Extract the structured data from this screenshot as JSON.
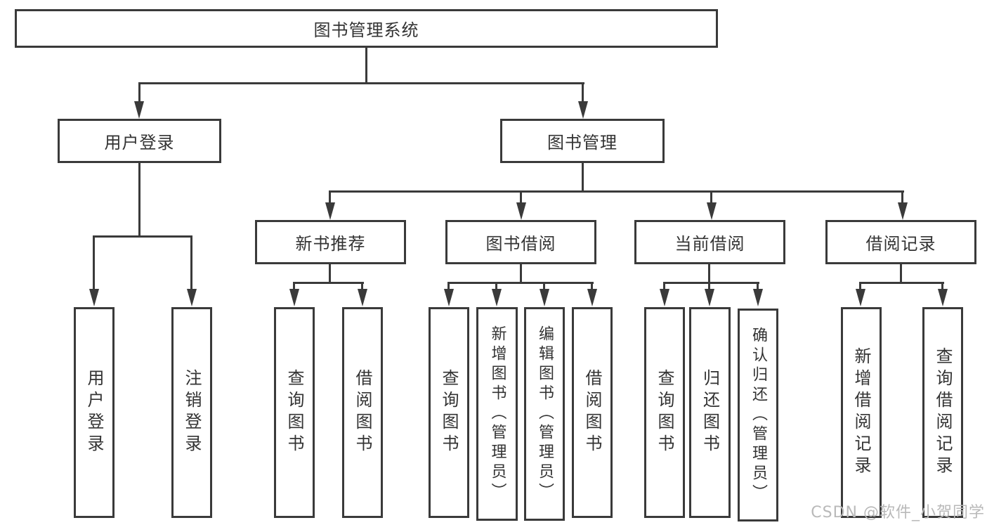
{
  "tree": {
    "label": "图书管理系统",
    "children": [
      {
        "label": "用户登录",
        "children": [
          {
            "label": "用户登录"
          },
          {
            "label": "注销登录"
          }
        ]
      },
      {
        "label": "图书管理",
        "children": [
          {
            "label": "新书推荐",
            "children": [
              {
                "label": "查询图书"
              },
              {
                "label": "借阅图书"
              }
            ]
          },
          {
            "label": "图书借阅",
            "children": [
              {
                "label": "查询图书"
              },
              {
                "label": "新增图书（管理员）"
              },
              {
                "label": "编辑图书（管理员）"
              },
              {
                "label": "借阅图书"
              }
            ]
          },
          {
            "label": "当前借阅",
            "children": [
              {
                "label": "查询图书"
              },
              {
                "label": "归还图书"
              },
              {
                "label": "确认归还（管理员）"
              }
            ]
          },
          {
            "label": "借阅记录",
            "children": [
              {
                "label": "新增借阅记录"
              },
              {
                "label": "查询借阅记录"
              }
            ]
          }
        ]
      }
    ]
  },
  "watermark": "CSDN @软件_小贺同学",
  "colors": {
    "line": "#3a3a3a",
    "text": "#333333",
    "watermark": "#b9b9b9",
    "background": "#ffffff"
  }
}
